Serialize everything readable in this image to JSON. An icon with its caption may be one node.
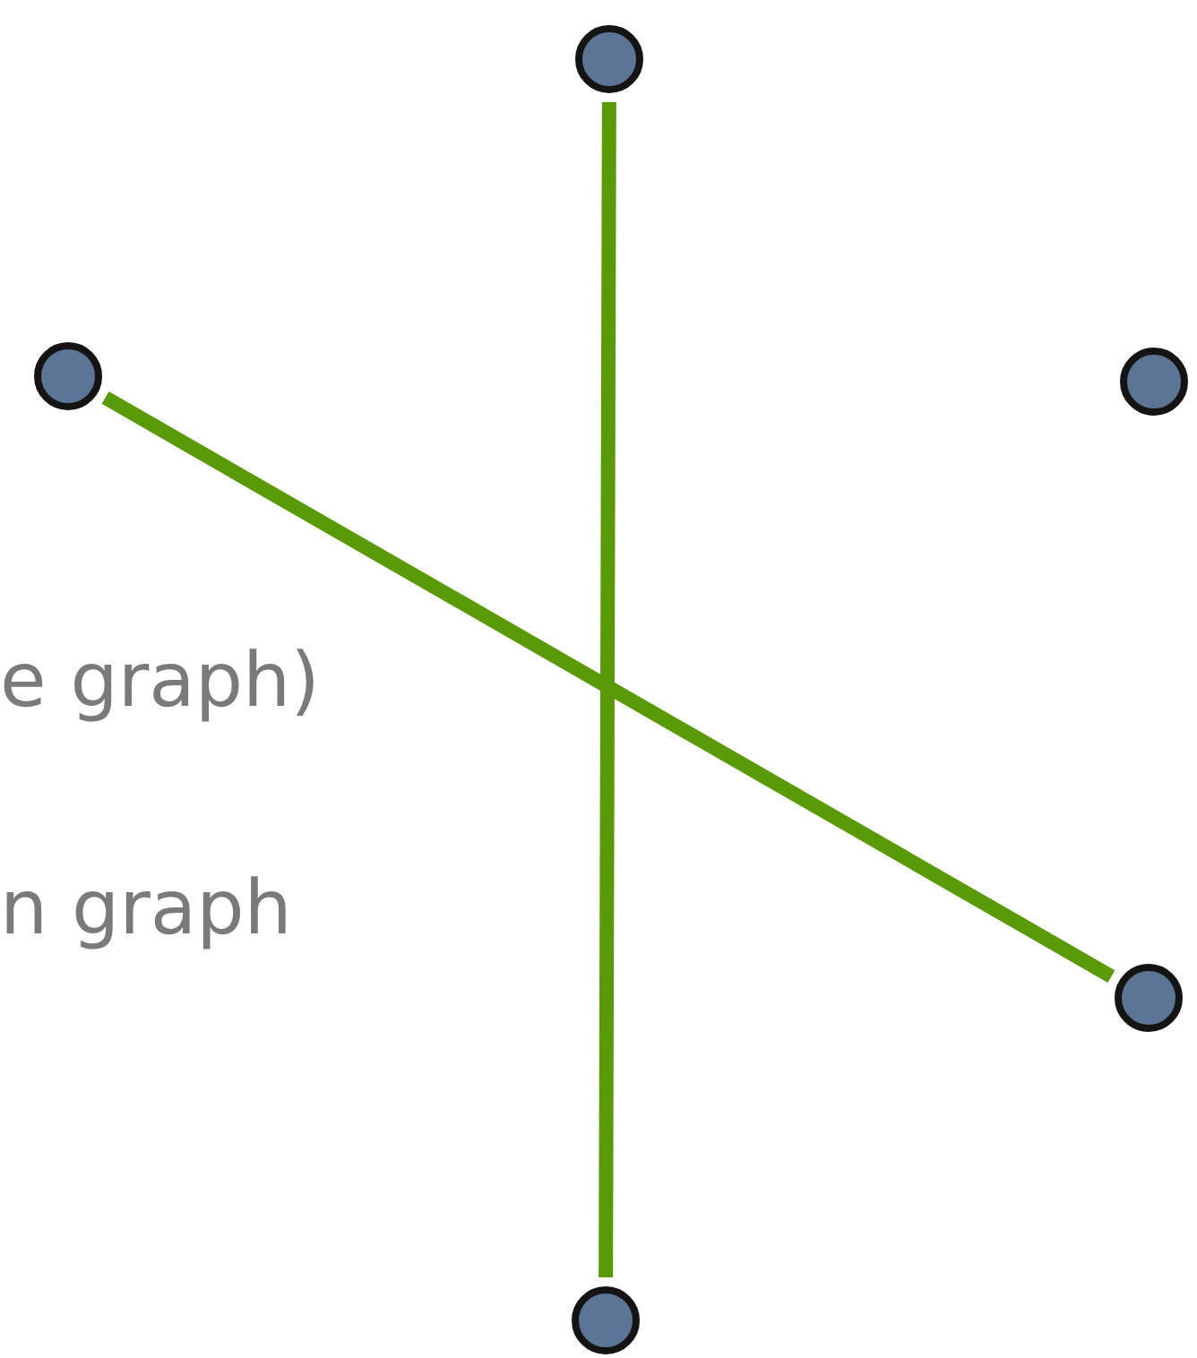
{
  "diagram": {
    "nodes": [
      {
        "text": [],
        "shape": "circle"
      },
      {
        "text": [],
        "shape": "circle"
      },
      {
        "text": [],
        "shape": "circle"
      },
      {
        "text": [],
        "shape": "circle"
      },
      {
        "text": [],
        "shape": "circle"
      }
    ],
    "edges": [
      {
        "from": 0,
        "to": 4,
        "arrow": "none"
      },
      {
        "from": 1,
        "to": 3,
        "arrow": "none"
      }
    ],
    "labels": [
      "e graph)",
      "n graph"
    ]
  }
}
